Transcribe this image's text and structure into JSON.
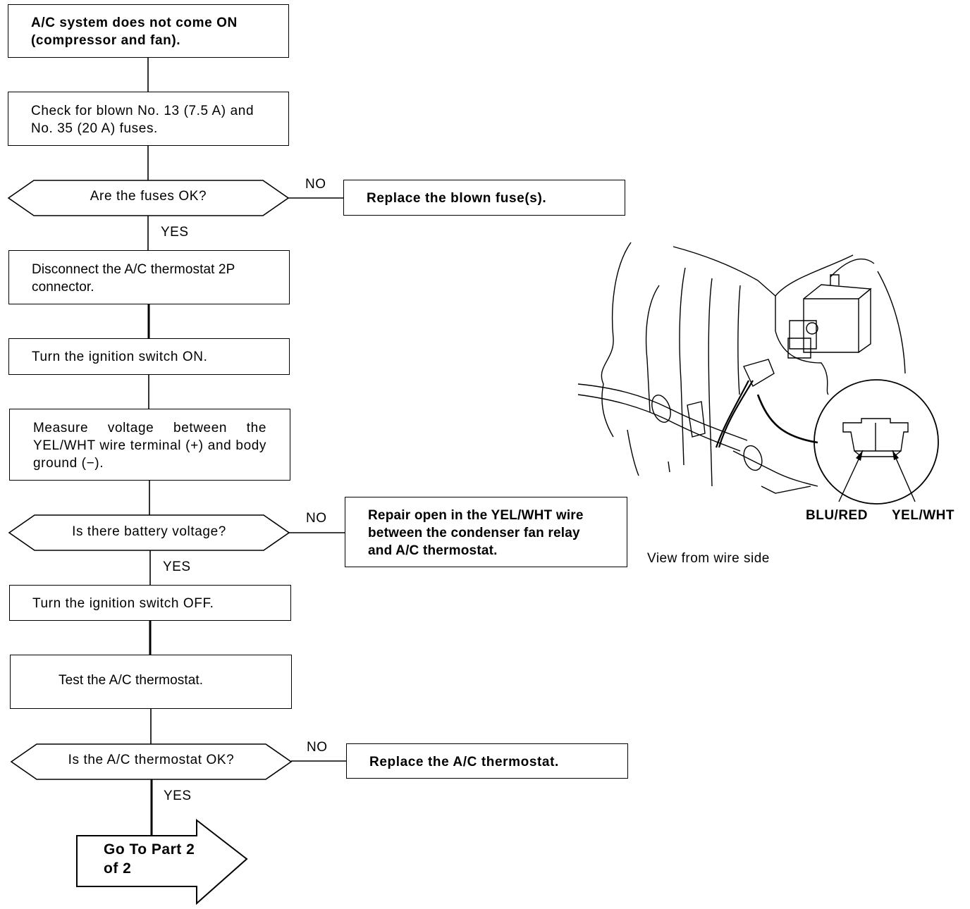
{
  "flow": {
    "start": "A/C system does not come ON (compressor and fan).",
    "check_fuses": "Check for blown No. 13 (7.5 A) and No. 35 (20 A) fuses.",
    "q_fuses": "Are the fuses OK?",
    "a_replace_fuse": "Replace the blown fuse(s).",
    "disconnect": "Disconnect the A/C thermostat 2P connector.",
    "ign_on": "Turn the ignition switch ON.",
    "measure": "Measure voltage between the YEL/WHT wire terminal (+) and body ground (−).",
    "q_voltage": "Is there battery voltage?",
    "a_repair": "Repair open in the YEL/WHT wire between the condenser fan relay and A/C thermostat.",
    "ign_off": "Turn the ignition switch OFF.",
    "test_thermo": "Test the A/C thermostat.",
    "q_thermo": "Is the A/C thermostat OK?",
    "a_replace_thermo": "Replace the A/C thermostat.",
    "goto": "Go To Part 2 of 2"
  },
  "labels": {
    "no": "NO",
    "yes": "YES"
  },
  "illustration": {
    "wire_left": "BLU/RED",
    "wire_right": "YEL/WHT",
    "caption": "View from wire side"
  }
}
